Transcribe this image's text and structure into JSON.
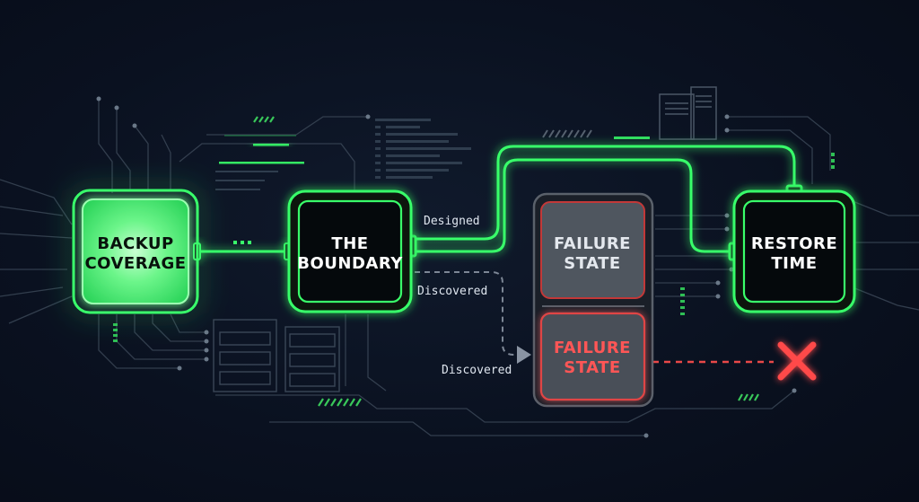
{
  "diagram": {
    "nodes": {
      "backup": {
        "line1": "BACKUP",
        "line2": "COVERAGE"
      },
      "boundary": {
        "line1": "THE",
        "line2": "BOUNDARY"
      },
      "failure_top": {
        "line1": "FAILURE",
        "line2": "STATE"
      },
      "failure_bottom": {
        "line1": "FAILURE",
        "line2": "STATE"
      },
      "restore": {
        "line1": "RESTORE",
        "line2": "TIME"
      }
    },
    "edges": {
      "designed": "Designed",
      "discovered_1": "Discovered",
      "discovered_2": "Discovered"
    },
    "colors": {
      "background": "#0a1020",
      "accent_green": "#39ff6a",
      "failure_red": "#ff4d4d",
      "gray_box": "#5a616b"
    },
    "icons": [
      "circuit-traces",
      "server-rack-icon",
      "server-tower-icon",
      "close-x-icon"
    ]
  }
}
